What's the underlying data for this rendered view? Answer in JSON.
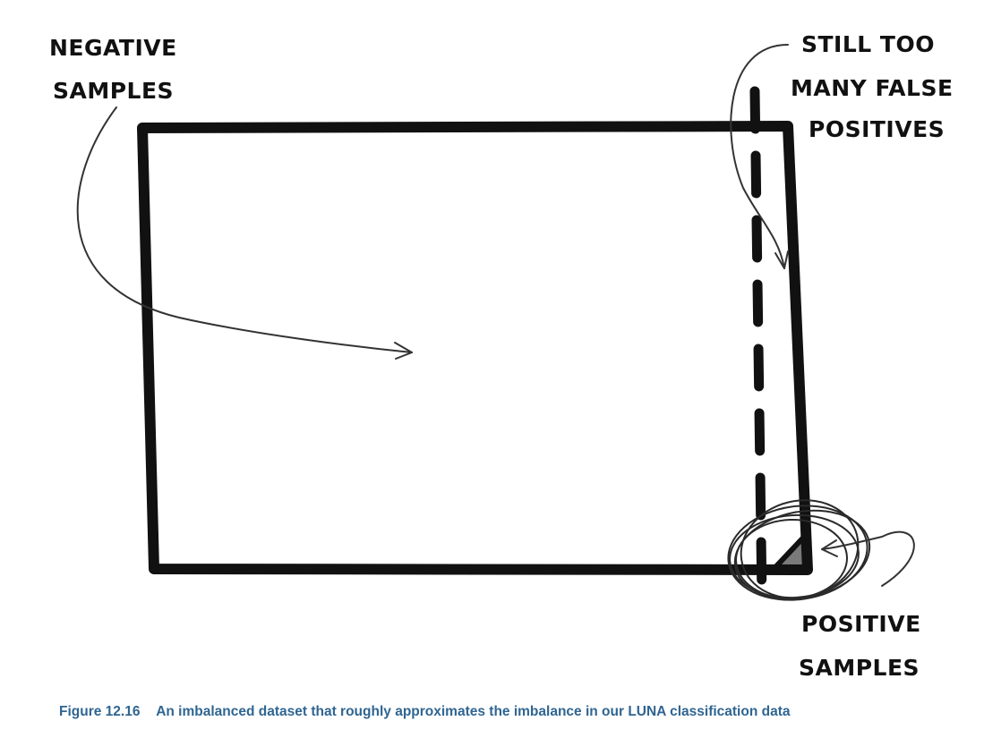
{
  "annotations": {
    "negative_samples": [
      "NEGATIVE",
      "SAMPLES"
    ],
    "false_positives": [
      "STILL TOO",
      "MANY FALSE",
      "POSITIVES"
    ],
    "positive_samples": [
      "POSITIVE",
      "SAMPLES"
    ]
  },
  "caption": {
    "label": "Figure 12.16",
    "text": "An imbalanced dataset that roughly approximates the imbalance in our LUNA classification data"
  },
  "colors": {
    "ink": "#111111",
    "caption": "#2f6591",
    "positive_fill": "#7a7a7a"
  }
}
